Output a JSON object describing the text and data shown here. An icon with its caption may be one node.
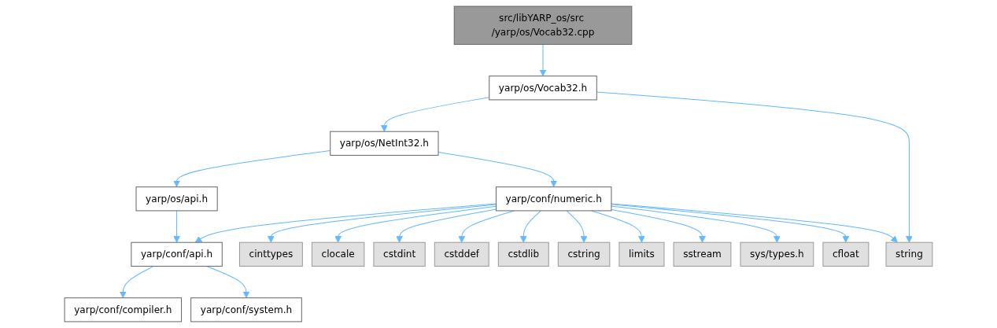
{
  "diagram": {
    "nodes": [
      {
        "text": [
          "src/libYARP_os/src /yarp/os/Vocab32.cpp"
        ]
      },
      {
        "text": [
          "yarp/os/Vocab32.h"
        ]
      },
      {
        "text": [
          "yarp/os/NetInt32.h"
        ]
      },
      {
        "text": [
          "yarp/os/api.h"
        ]
      },
      {
        "text": [
          "yarp/conf/numeric.h"
        ]
      },
      {
        "text": [
          "yarp/conf/api.h"
        ]
      },
      {
        "text": [
          "cinttypes"
        ]
      },
      {
        "text": [
          "clocale"
        ]
      },
      {
        "text": [
          "cstdint"
        ]
      },
      {
        "text": [
          "cstddef"
        ]
      },
      {
        "text": [
          "cstdlib"
        ]
      },
      {
        "text": [
          "cstring"
        ]
      },
      {
        "text": [
          "limits"
        ]
      },
      {
        "text": [
          "sstream"
        ]
      },
      {
        "text": [
          "sys/types.h"
        ]
      },
      {
        "text": [
          "cfloat"
        ]
      },
      {
        "text": [
          "string"
        ]
      },
      {
        "text": [
          "yarp/conf/compiler.h"
        ]
      },
      {
        "text": [
          "yarp/conf/system.h"
        ]
      }
    ],
    "edges": [
      {
        "from": 0,
        "to": 1,
        "arrow": "to"
      },
      {
        "from": 1,
        "to": 2,
        "arrow": "to"
      },
      {
        "from": 1,
        "to": 16,
        "arrow": "to"
      },
      {
        "from": 2,
        "to": 3,
        "arrow": "to"
      },
      {
        "from": 2,
        "to": 4,
        "arrow": "to"
      },
      {
        "from": 3,
        "to": 5,
        "arrow": "to"
      },
      {
        "from": 4,
        "to": 5,
        "arrow": "to"
      },
      {
        "from": 4,
        "to": 6,
        "arrow": "to"
      },
      {
        "from": 4,
        "to": 7,
        "arrow": "to"
      },
      {
        "from": 4,
        "to": 8,
        "arrow": "to"
      },
      {
        "from": 4,
        "to": 9,
        "arrow": "to"
      },
      {
        "from": 4,
        "to": 10,
        "arrow": "to"
      },
      {
        "from": 4,
        "to": 11,
        "arrow": "to"
      },
      {
        "from": 4,
        "to": 12,
        "arrow": "to"
      },
      {
        "from": 4,
        "to": 13,
        "arrow": "to"
      },
      {
        "from": 4,
        "to": 14,
        "arrow": "to"
      },
      {
        "from": 4,
        "to": 15,
        "arrow": "to"
      },
      {
        "from": 4,
        "to": 16,
        "arrow": "to"
      },
      {
        "from": 5,
        "to": 17,
        "arrow": "to"
      },
      {
        "from": 5,
        "to": 18,
        "arrow": "to"
      }
    ]
  }
}
